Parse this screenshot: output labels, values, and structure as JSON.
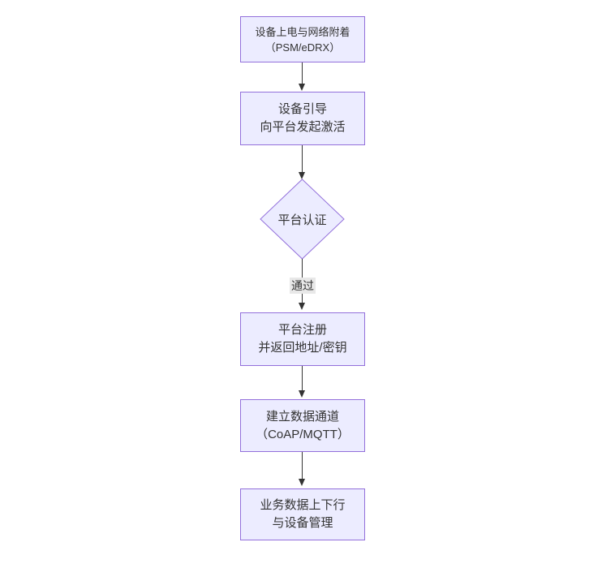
{
  "diagram": {
    "type": "flowchart",
    "direction": "top-down",
    "nodes": [
      {
        "id": "A",
        "shape": "rect",
        "label": "设备上电与网络附着\n（PSM/eDRX）"
      },
      {
        "id": "B",
        "shape": "rect",
        "label": "设备引导\n向平台发起激活"
      },
      {
        "id": "C",
        "shape": "diamond",
        "label": "平台认证"
      },
      {
        "id": "D",
        "shape": "rect",
        "label": "平台注册\n并返回地址/密钥"
      },
      {
        "id": "E",
        "shape": "rect",
        "label": "建立数据通道\n（CoAP/MQTT）"
      },
      {
        "id": "F",
        "shape": "rect",
        "label": "业务数据上下行\n与设备管理"
      }
    ],
    "edges": [
      {
        "from": "A",
        "to": "B",
        "label": ""
      },
      {
        "from": "B",
        "to": "C",
        "label": ""
      },
      {
        "from": "C",
        "to": "D",
        "label": "通过"
      },
      {
        "from": "D",
        "to": "E",
        "label": ""
      },
      {
        "from": "E",
        "to": "F",
        "label": ""
      }
    ],
    "colors": {
      "node_fill": "#ECECFF",
      "node_border": "#9370DB",
      "text": "#333333",
      "edge": "#333333",
      "edge_label_bg": "#e8e8e8",
      "canvas_bg": "#ffffff"
    }
  }
}
